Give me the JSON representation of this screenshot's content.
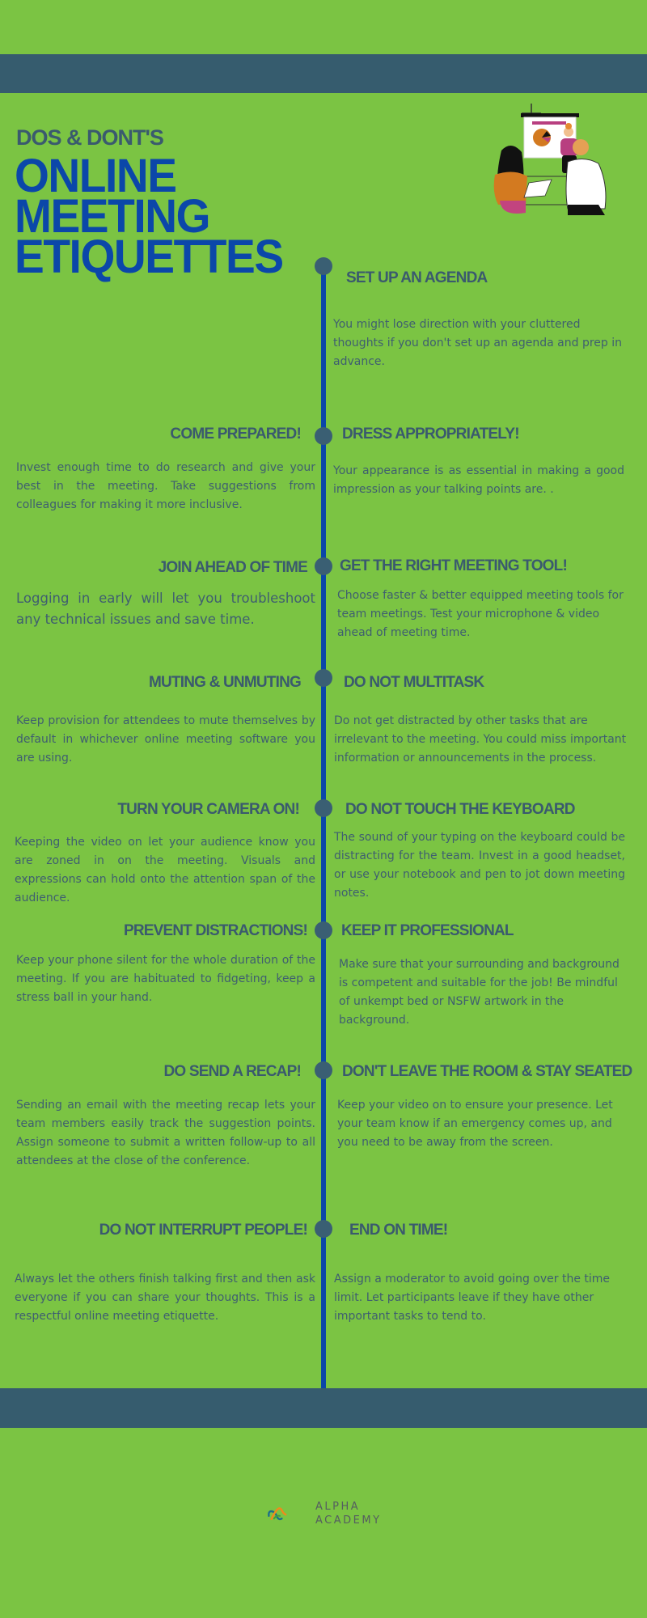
{
  "header": {
    "subtitle": "DOS & DONT'S",
    "title_lines": [
      "ONLINE",
      "MEETING",
      "ETIQUETTES"
    ]
  },
  "colors": {
    "background": "#7bc443",
    "band": "#365c6e",
    "title_blue": "#0b47a9",
    "heading_slate": "#3a5a6e",
    "timeline": "#0b47a9",
    "dot": "#3a5f73"
  },
  "illustration": {
    "icon": "meeting-presentation-illustration"
  },
  "items": [
    {
      "side": "right",
      "heading": "SET UP AN AGENDA",
      "body": "You might lose direction with your cluttered thoughts if you don't set up an agenda and prep in advance."
    },
    {
      "side": "left",
      "heading": "COME PREPARED!",
      "body": "Invest enough time to do research and give your best in the meeting. Take suggestions from colleagues for making it more inclusive."
    },
    {
      "side": "right",
      "heading": "DRESS APPROPRIATELY!",
      "body": "Your appearance is as essential in making a good impression as your talking points are. ."
    },
    {
      "side": "left",
      "heading": "JOIN AHEAD OF TIME",
      "body": "Logging in early will let you troubleshoot any technical issues and save time."
    },
    {
      "side": "right",
      "heading": "GET THE RIGHT MEETING TOOL!",
      "body": "Choose faster & better equipped meeting tools for team meetings. Test your microphone & video ahead of meeting time."
    },
    {
      "side": "left",
      "heading": "MUTING & UNMUTING",
      "body": "Keep provision for attendees to mute themselves by default in whichever online meeting software you are using."
    },
    {
      "side": "right",
      "heading": "DO NOT MULTITASK",
      "body": "Do not get distracted by other tasks that are irrelevant to the meeting. You could miss important information or announcements in the process."
    },
    {
      "side": "left",
      "heading": "TURN YOUR CAMERA ON!",
      "body": "Keeping the video on let your audience know you are zoned in on the meeting. Visuals and expressions can hold onto the attention span of the audience."
    },
    {
      "side": "right",
      "heading": "DO NOT TOUCH THE KEYBOARD",
      "body": "The sound of your typing on the keyboard could be distracting for the team. Invest in a good headset, or use your notebook and pen to jot down meeting notes."
    },
    {
      "side": "left",
      "heading": "PREVENT DISTRACTIONS!",
      "body": "Keep your phone silent for the whole duration of the meeting. If you are habituated to fidgeting, keep a stress ball in your hand."
    },
    {
      "side": "right",
      "heading": "KEEP IT PROFESSIONAL",
      "body": "Make sure that your surrounding and background is competent and suitable for the job! Be mindful of unkempt bed or NSFW artwork in the background."
    },
    {
      "side": "left",
      "heading": "DO SEND A RECAP!",
      "body": "Sending an email with the meeting recap lets your team members easily track the suggestion points. Assign someone to submit a written follow-up to all attendees at the close of the conference."
    },
    {
      "side": "right",
      "heading": "DON'T LEAVE THE ROOM & STAY SEATED",
      "body": "Keep your video on to ensure your presence. Let your team know if an emergency comes up, and you need to be away from the screen."
    },
    {
      "side": "left",
      "heading": "DO NOT INTERRUPT PEOPLE!",
      "body": "Always let the others finish talking first and then ask everyone if you can share your thoughts. This is a respectful online meeting etiquette."
    },
    {
      "side": "right",
      "heading": "END ON TIME!",
      "body": "Assign a moderator to avoid going over the time limit. Let participants leave if they have other important tasks to tend to."
    }
  ],
  "footer": {
    "logo_icon": "alpha-academy-logo",
    "brand_line1": "ALPHA",
    "brand_line2": "ACADEMY"
  }
}
